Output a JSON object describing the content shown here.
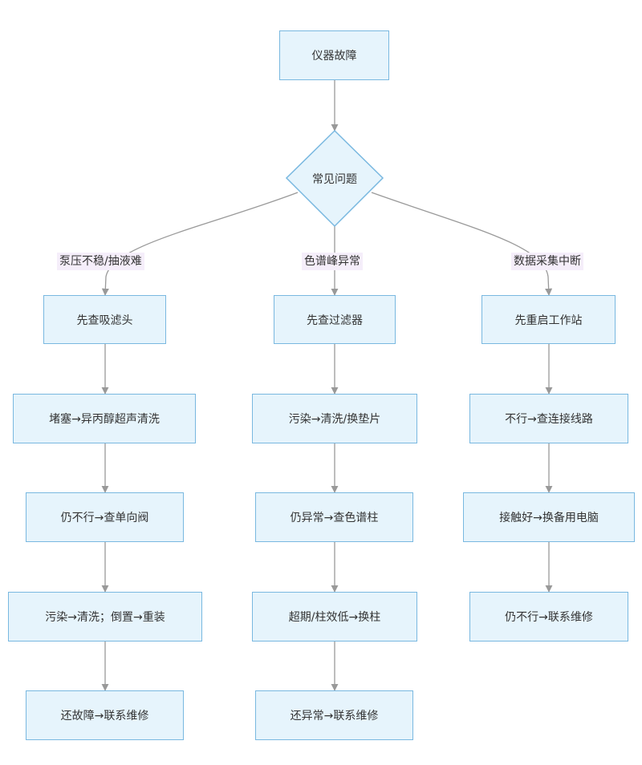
{
  "colors": {
    "node_fill": "#e6f4fc",
    "node_border": "#79b8e0",
    "edge": "#999999",
    "edge_label_bg": "#f5eefa"
  },
  "nodes": {
    "start": "仪器故障",
    "decision": "常见问题",
    "pump": {
      "step1": "先查吸滤头",
      "step2": "堵塞→异丙醇超声清洗",
      "step3": "仍不行→查单向阀",
      "step4": "污染→清洗；倒置→重装",
      "step5": "还故障→联系维修"
    },
    "peak": {
      "step1": "先查过滤器",
      "step2": "污染→清洗/换垫片",
      "step3": "仍异常→查色谱柱",
      "step4": "超期/柱效低→换柱",
      "step5": "还异常→联系维修"
    },
    "data": {
      "step1": "先重启工作站",
      "step2": "不行→查连接线路",
      "step3": "接触好→换备用电脑",
      "step4": "仍不行→联系维修"
    }
  },
  "edges": {
    "pump_label": "泵压不稳/抽液难",
    "peak_label": "色谱峰异常",
    "data_label": "数据采集中断"
  }
}
